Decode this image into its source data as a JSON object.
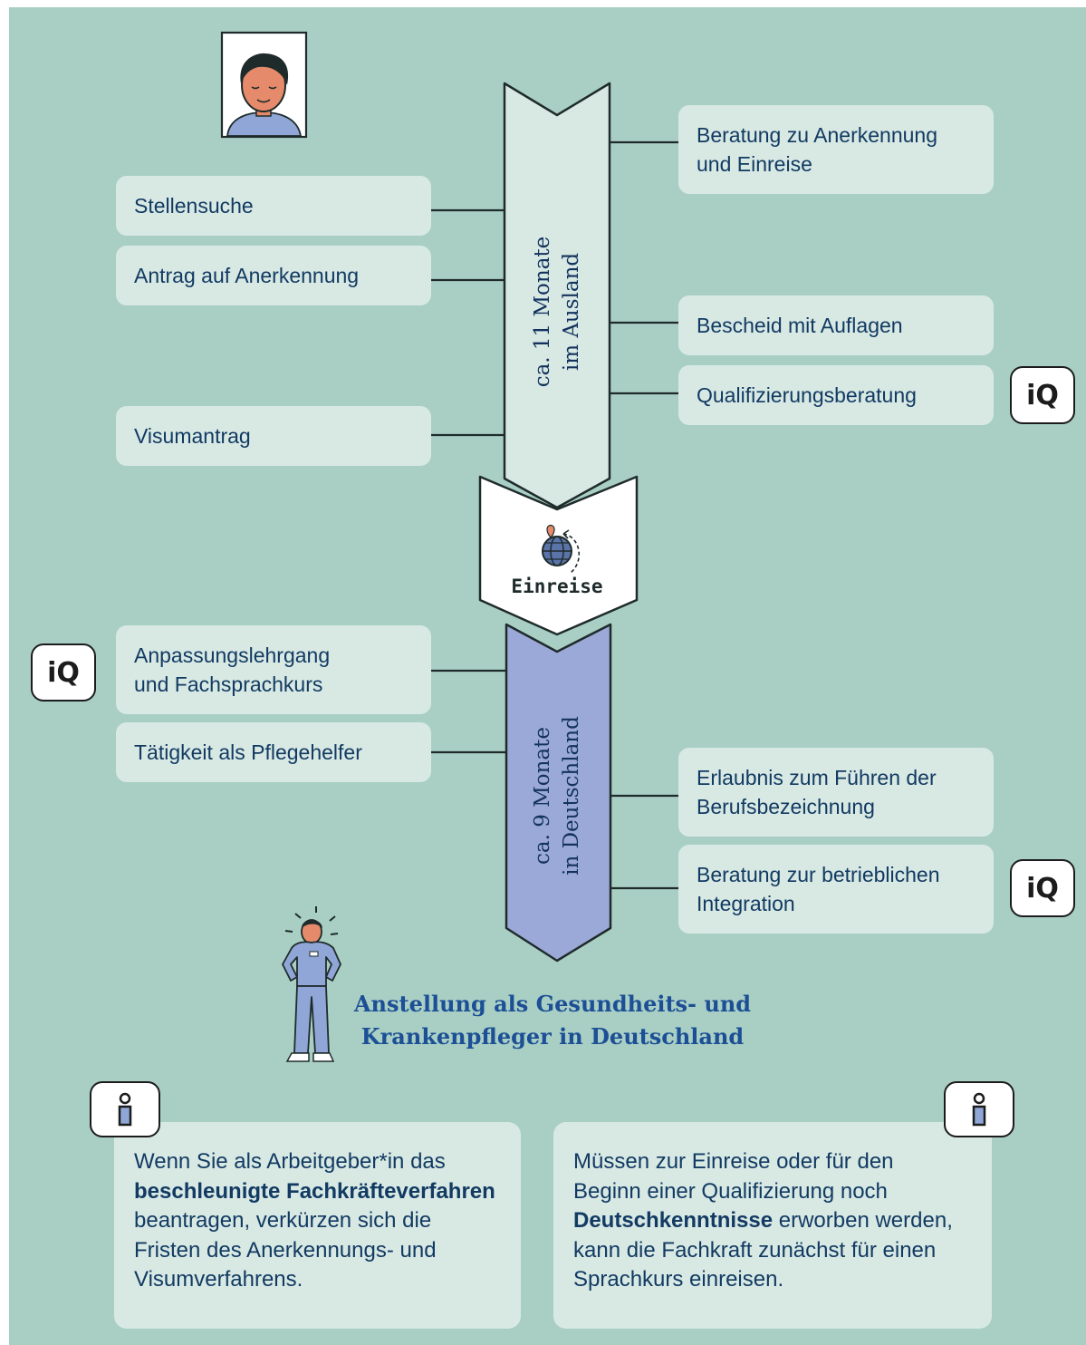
{
  "phase_abroad": {
    "line1": "ca. 11 Monate",
    "line2": "im Ausland",
    "color": "#d8e9e4"
  },
  "phase_germany": {
    "line1": "ca. 9 Monate",
    "line2": "in Deutschland",
    "color": "#9ba9d8"
  },
  "entry": {
    "label": "Einreise"
  },
  "left_steps_abroad": [
    {
      "text": "Stellensuche"
    },
    {
      "text": "Antrag auf Anerkennung"
    },
    {
      "text": "Visumantrag"
    }
  ],
  "right_steps_abroad": [
    {
      "line1": "Beratung zu Anerkennung",
      "line2": "und Einreise"
    },
    {
      "line1": "Bescheid mit Auflagen"
    },
    {
      "line1": "Qualifizierungsberatung",
      "iq": true
    }
  ],
  "left_steps_germany": [
    {
      "line1": "Anpassungslehrgang",
      "line2": "und Fachsprachkurs",
      "iq": true
    },
    {
      "line1": "Tätigkeit als Pflegehelfer"
    }
  ],
  "right_steps_germany": [
    {
      "line1": "Erlaubnis zum Führen der",
      "line2": "Berufsbezeichnung"
    },
    {
      "line1": "Beratung zur betrieblichen",
      "line2": "Integration",
      "iq": true
    }
  ],
  "iq_badge": {
    "label": "iQ"
  },
  "final_goal": {
    "line1": "Anstellung als Gesundheits- und",
    "line2": "Krankenpfleger in Deutschland"
  },
  "info_left": {
    "icon": "info-icon",
    "part1": "Wenn Sie als Arbeitgeber*in das",
    "bold": "beschleunigte Fachkräfteverfahren",
    "part2": "beantragen, verkürzen sich die",
    "part3": "Fristen des Anerkennungs- und",
    "part4": "Visumverfahrens."
  },
  "info_right": {
    "icon": "info-icon",
    "part1": "Müssen zur Einreise oder für den",
    "part2": "Beginn einer Qualifizierung noch",
    "bold": "Deutschkenntnisse",
    "part3": "erworben werden,",
    "part4": "kann die Fachkraft zunächst für einen",
    "part5": "Sprachkurs einreisen."
  },
  "colors": {
    "background": "#a9cfc4",
    "box": "#d8e9e4",
    "text": "#123a62",
    "goal_text": "#1c4f95"
  }
}
